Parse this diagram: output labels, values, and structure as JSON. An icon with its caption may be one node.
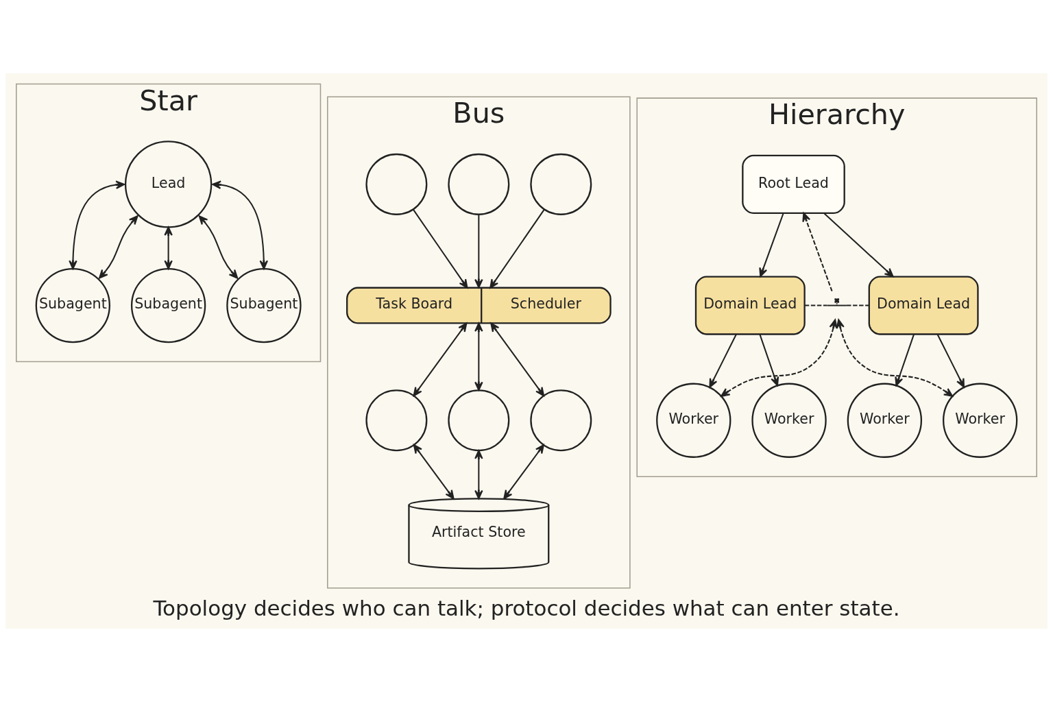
{
  "diagram": {
    "caption": "Topology decides who can talk; protocol decides what can enter state.",
    "nodes": [
      {
        "text": [
          "Star"
        ]
      },
      {
        "text": [
          "Lead"
        ],
        "in": 0
      },
      {
        "text": [
          "Subagent"
        ],
        "in": 0
      },
      {
        "text": [
          "Subagent"
        ],
        "in": 0
      },
      {
        "text": [
          "Subagent"
        ],
        "in": 0
      },
      {
        "text": [
          "Bus"
        ]
      },
      {
        "text": [],
        "shape": "circle",
        "in": 5
      },
      {
        "text": [],
        "shape": "circle",
        "in": 5
      },
      {
        "text": [],
        "shape": "circle",
        "in": 5
      },
      {
        "text": [
          "Task Board",
          "Scheduler"
        ],
        "in": 5
      },
      {
        "text": [],
        "shape": "circle",
        "in": 5
      },
      {
        "text": [],
        "shape": "circle",
        "in": 5
      },
      {
        "text": [],
        "shape": "circle",
        "in": 5
      },
      {
        "text": [
          "Artifact Store"
        ],
        "in": 5
      },
      {
        "text": [
          "Hierarchy"
        ]
      },
      {
        "text": [
          "Root Lead"
        ],
        "in": 14
      },
      {
        "text": [
          "Domain Lead"
        ],
        "in": 14
      },
      {
        "text": [],
        "shape": "cross",
        "in": 14
      },
      {
        "text": [
          "Domain Lead"
        ],
        "in": 14
      },
      {
        "text": [
          "Worker"
        ],
        "in": 14
      },
      {
        "text": [
          "Worker"
        ],
        "in": 14
      },
      {
        "text": [
          "Worker"
        ],
        "in": 14
      },
      {
        "text": [
          "Worker"
        ],
        "in": 14
      }
    ],
    "edges": [
      {
        "from": 1,
        "to": 2,
        "arrow": "both"
      },
      {
        "from": 1,
        "to": 2,
        "arrow": "both"
      },
      {
        "from": 1,
        "to": 3,
        "arrow": "both"
      },
      {
        "from": 1,
        "to": 4,
        "arrow": "both"
      },
      {
        "from": 1,
        "to": 4,
        "arrow": "both"
      },
      {
        "from": 6,
        "to": 9,
        "arrow": "to"
      },
      {
        "from": 7,
        "to": 9,
        "arrow": "to"
      },
      {
        "from": 8,
        "to": 9,
        "arrow": "to"
      },
      {
        "from": 9,
        "to": 10,
        "arrow": "both"
      },
      {
        "from": 9,
        "to": 11,
        "arrow": "both"
      },
      {
        "from": 9,
        "to": 12,
        "arrow": "both"
      },
      {
        "from": 10,
        "to": 13,
        "arrow": "both"
      },
      {
        "from": 11,
        "to": 13,
        "arrow": "both"
      },
      {
        "from": 12,
        "to": 13,
        "arrow": "both"
      },
      {
        "from": 15,
        "to": 16,
        "arrow": "to"
      },
      {
        "from": 15,
        "to": 18,
        "arrow": "to"
      },
      {
        "from": 16,
        "to": 19,
        "arrow": "to"
      },
      {
        "from": 16,
        "to": 20,
        "arrow": "to"
      },
      {
        "from": 18,
        "to": 21,
        "arrow": "to"
      },
      {
        "from": 18,
        "to": 22,
        "arrow": "to"
      },
      {
        "from": 16,
        "to": 17,
        "arrow": "none",
        "style": "dashed"
      },
      {
        "from": 17,
        "to": 18,
        "arrow": "none",
        "style": "dashed"
      },
      {
        "from": 17,
        "to": 15,
        "arrow": "to",
        "style": "dashed"
      },
      {
        "from": 17,
        "to": 19,
        "arrow": "both",
        "style": "dashed"
      },
      {
        "from": 17,
        "to": 22,
        "arrow": "both",
        "style": "dashed"
      }
    ]
  }
}
